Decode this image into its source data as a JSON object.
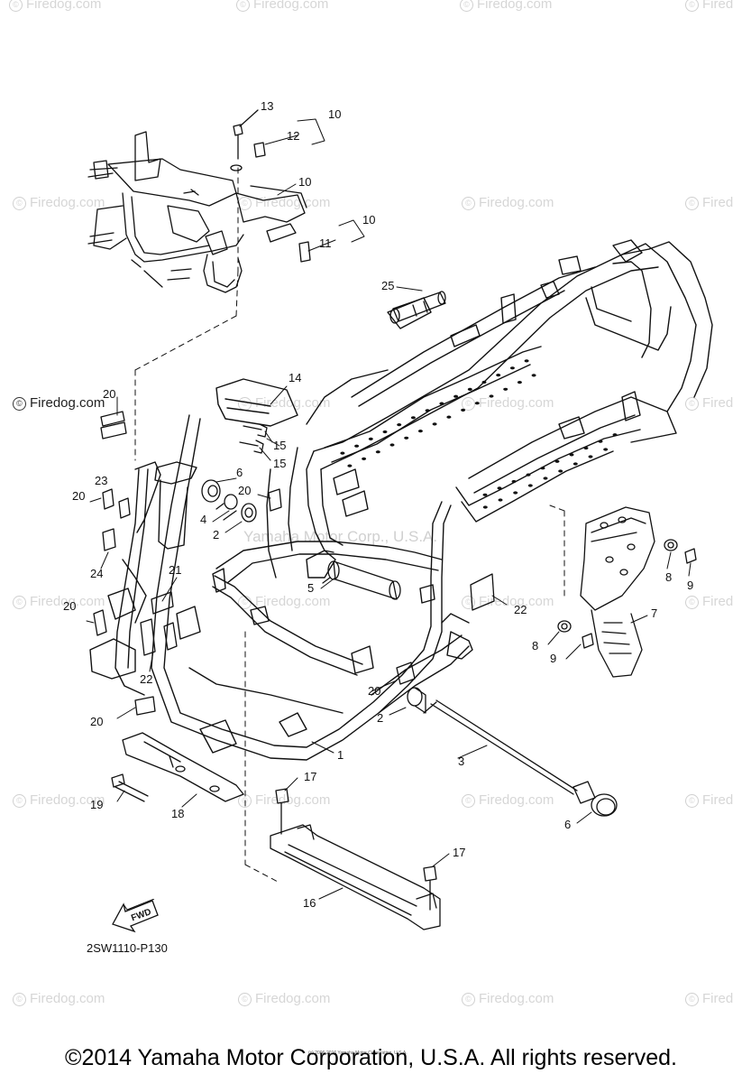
{
  "diagram": {
    "code": "2SW1110-P130",
    "fwd_label": "FWD",
    "copyright": "©2014 Yamaha Motor Corporation, U.S.A. All rights reserved.",
    "fine_print": "(c) 2006-2016 Yamaha Motor Corporation, U.S.A.",
    "center_watermark": "Yamaha Motor Corp., U.S.A.",
    "watermark_text": "Firedog.com",
    "watermark_text_cut": "Fired",
    "callouts": {
      "c13": "13",
      "c10a": "10",
      "c12": "12",
      "c10b": "10",
      "c10c": "10",
      "c11": "11",
      "c25": "25",
      "c20a": "20",
      "c14": "14",
      "c15a": "15",
      "c15b": "15",
      "c23": "23",
      "c20b": "20",
      "c6a": "6",
      "c20c": "20",
      "c4": "4",
      "c2a": "2",
      "c24": "24",
      "c21": "21",
      "c5": "5",
      "c20d": "20",
      "c22a": "22",
      "c22b": "22",
      "c8a": "8",
      "c9a": "9",
      "c7": "7",
      "c8b": "8",
      "c9b": "9",
      "c20e": "20",
      "c2b": "2",
      "c20f": "20",
      "c1": "1",
      "c3": "3",
      "c17a": "17",
      "c19": "19",
      "c18": "18",
      "c6b": "6",
      "c17b": "17",
      "c16": "16"
    }
  }
}
